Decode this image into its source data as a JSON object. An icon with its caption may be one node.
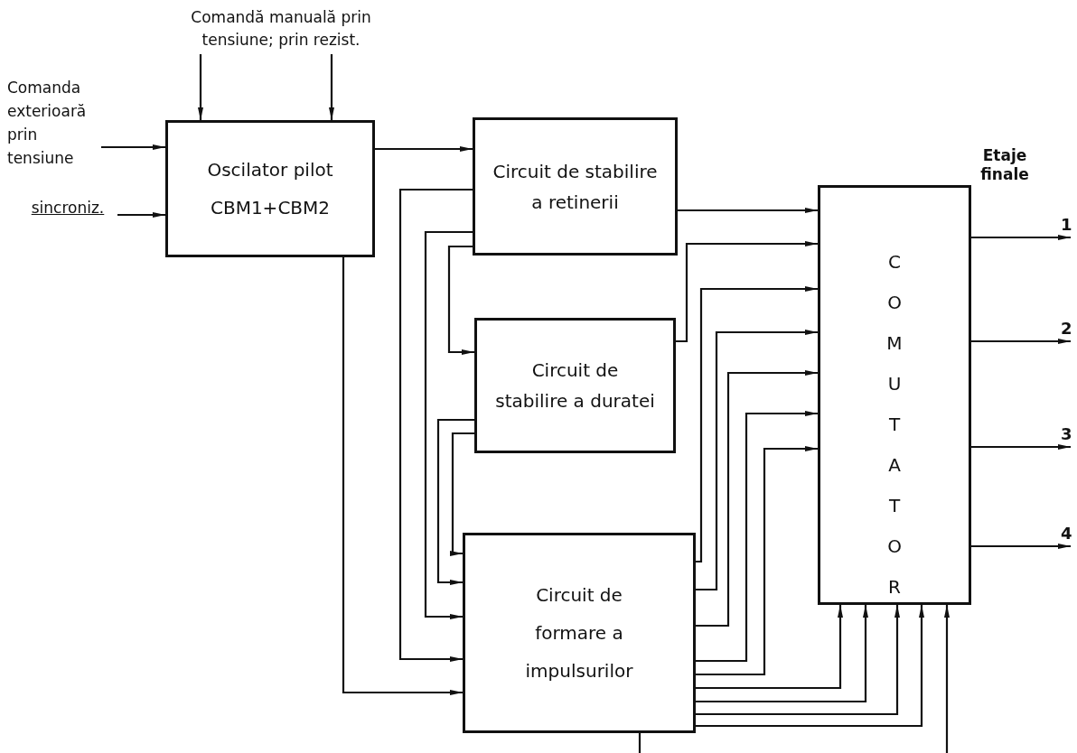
{
  "diagram": {
    "nodes": [
      {
        "text": [
          "Comandă manuală prin tensiune; prin rezist."
        ]
      },
      {
        "text": [
          "Comanda exterioară prin tensiune"
        ]
      },
      {
        "text": [
          "sincroniz."
        ]
      },
      {
        "text": [
          "Oscilator pilot",
          "CBM1+CBM2"
        ]
      },
      {
        "text": [
          "Circuit de stabilire a retinerii"
        ]
      },
      {
        "text": [
          "Circuit de stabilire a duratei"
        ]
      },
      {
        "text": [
          "Circuit de formare a impulsurilor"
        ]
      },
      {
        "text": [
          "COMUTATOR"
        ]
      }
    ],
    "edges": [
      {
        "from": 0,
        "to": 3,
        "arrow": "to"
      },
      {
        "from": 0,
        "to": 3,
        "arrow": "to"
      },
      {
        "from": 1,
        "to": 3,
        "arrow": "to"
      },
      {
        "from": 2,
        "to": 3,
        "arrow": "to"
      },
      {
        "from": 3,
        "to": 4,
        "arrow": "to"
      },
      {
        "from": 3,
        "to": 6,
        "arrow": "to"
      },
      {
        "from": 4,
        "to": 6,
        "arrow": "to"
      },
      {
        "from": 4,
        "to": 6,
        "arrow": "to"
      },
      {
        "from": 4,
        "to": 5,
        "arrow": "to"
      },
      {
        "from": 5,
        "to": 6,
        "arrow": "to"
      },
      {
        "from": 5,
        "to": 6,
        "arrow": "to"
      },
      {
        "from": 4,
        "to": 7,
        "arrow": "to"
      },
      {
        "from": 5,
        "to": 7,
        "arrow": "to"
      },
      {
        "from": 6,
        "to": 7,
        "arrow": "to"
      },
      {
        "from": 6,
        "to": 7,
        "arrow": "to"
      },
      {
        "from": 6,
        "to": 7,
        "arrow": "to"
      },
      {
        "from": 6,
        "to": 7,
        "arrow": "to"
      },
      {
        "from": 6,
        "to": 7,
        "arrow": "to"
      },
      {
        "from": 6,
        "to": 7,
        "arrow": "to"
      },
      {
        "from": 6,
        "to": 7,
        "arrow": "to"
      },
      {
        "from": 6,
        "to": 7,
        "arrow": "to"
      },
      {
        "from": 6,
        "to": 7,
        "arrow": "to"
      },
      {
        "from": 6,
        "to": null,
        "arrow": "none"
      },
      {
        "from": null,
        "to": 7,
        "arrow": "to"
      },
      {
        "from": 7,
        "to": null,
        "arrow": "to",
        "label": "1"
      },
      {
        "from": 7,
        "to": null,
        "arrow": "to",
        "label": "2"
      },
      {
        "from": 7,
        "to": null,
        "arrow": "to",
        "label": "3"
      },
      {
        "from": 7,
        "to": null,
        "arrow": "to",
        "label": "4"
      }
    ],
    "labels": [
      "Etaje finale"
    ]
  }
}
